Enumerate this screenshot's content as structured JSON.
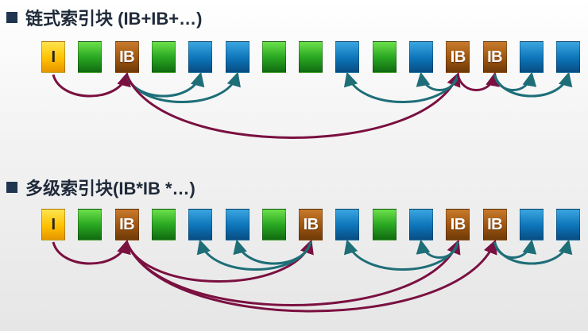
{
  "headings": {
    "chained": "链式索引块 (IB+IB+…)",
    "multilevel": "多级索引块(IB*IB *…)"
  },
  "colors": {
    "inode": "#ffc000",
    "index_block": "#9c5410",
    "data_block_green": "#2aa822",
    "data_block_blue": "#0c73b8",
    "arrow_maroon": "#7a1040",
    "arrow_teal": "#1e6e78"
  },
  "rows": [
    {
      "blocks": [
        {
          "kind": "I",
          "label": "I"
        },
        {
          "kind": "G",
          "label": ""
        },
        {
          "kind": "IB",
          "label": "IB"
        },
        {
          "kind": "G",
          "label": ""
        },
        {
          "kind": "B",
          "label": ""
        },
        {
          "kind": "B",
          "label": ""
        },
        {
          "kind": "G",
          "label": ""
        },
        {
          "kind": "G",
          "label": ""
        },
        {
          "kind": "B",
          "label": ""
        },
        {
          "kind": "G",
          "label": ""
        },
        {
          "kind": "B",
          "label": ""
        },
        {
          "kind": "IB",
          "label": "IB"
        },
        {
          "kind": "IB",
          "label": "IB"
        },
        {
          "kind": "B",
          "label": ""
        },
        {
          "kind": "B",
          "label": ""
        }
      ],
      "links": [
        {
          "from": 0,
          "to": 2,
          "kind": "index"
        },
        {
          "from": 2,
          "to": 4,
          "kind": "data"
        },
        {
          "from": 2,
          "to": 5,
          "kind": "data"
        },
        {
          "from": 2,
          "to": 11,
          "kind": "index"
        },
        {
          "from": 11,
          "to": 8,
          "kind": "data"
        },
        {
          "from": 11,
          "to": 10,
          "kind": "data"
        },
        {
          "from": 11,
          "to": 12,
          "kind": "index"
        },
        {
          "from": 12,
          "to": 13,
          "kind": "data"
        },
        {
          "from": 12,
          "to": 14,
          "kind": "data"
        }
      ]
    },
    {
      "blocks": [
        {
          "kind": "I",
          "label": "I"
        },
        {
          "kind": "G",
          "label": ""
        },
        {
          "kind": "IB",
          "label": "IB"
        },
        {
          "kind": "G",
          "label": ""
        },
        {
          "kind": "B",
          "label": ""
        },
        {
          "kind": "B",
          "label": ""
        },
        {
          "kind": "G",
          "label": ""
        },
        {
          "kind": "IB",
          "label": "IB"
        },
        {
          "kind": "B",
          "label": ""
        },
        {
          "kind": "G",
          "label": ""
        },
        {
          "kind": "B",
          "label": ""
        },
        {
          "kind": "IB",
          "label": "IB"
        },
        {
          "kind": "IB",
          "label": "IB"
        },
        {
          "kind": "B",
          "label": ""
        },
        {
          "kind": "B",
          "label": ""
        }
      ],
      "links": [
        {
          "from": 0,
          "to": 2,
          "kind": "index"
        },
        {
          "from": 2,
          "to": 7,
          "kind": "index"
        },
        {
          "from": 7,
          "to": 4,
          "kind": "data"
        },
        {
          "from": 7,
          "to": 5,
          "kind": "data"
        },
        {
          "from": 2,
          "to": 11,
          "kind": "index"
        },
        {
          "from": 11,
          "to": 8,
          "kind": "data"
        },
        {
          "from": 11,
          "to": 10,
          "kind": "data"
        },
        {
          "from": 2,
          "to": 12,
          "kind": "index"
        },
        {
          "from": 12,
          "to": 13,
          "kind": "data"
        },
        {
          "from": 12,
          "to": 14,
          "kind": "data"
        }
      ]
    }
  ]
}
